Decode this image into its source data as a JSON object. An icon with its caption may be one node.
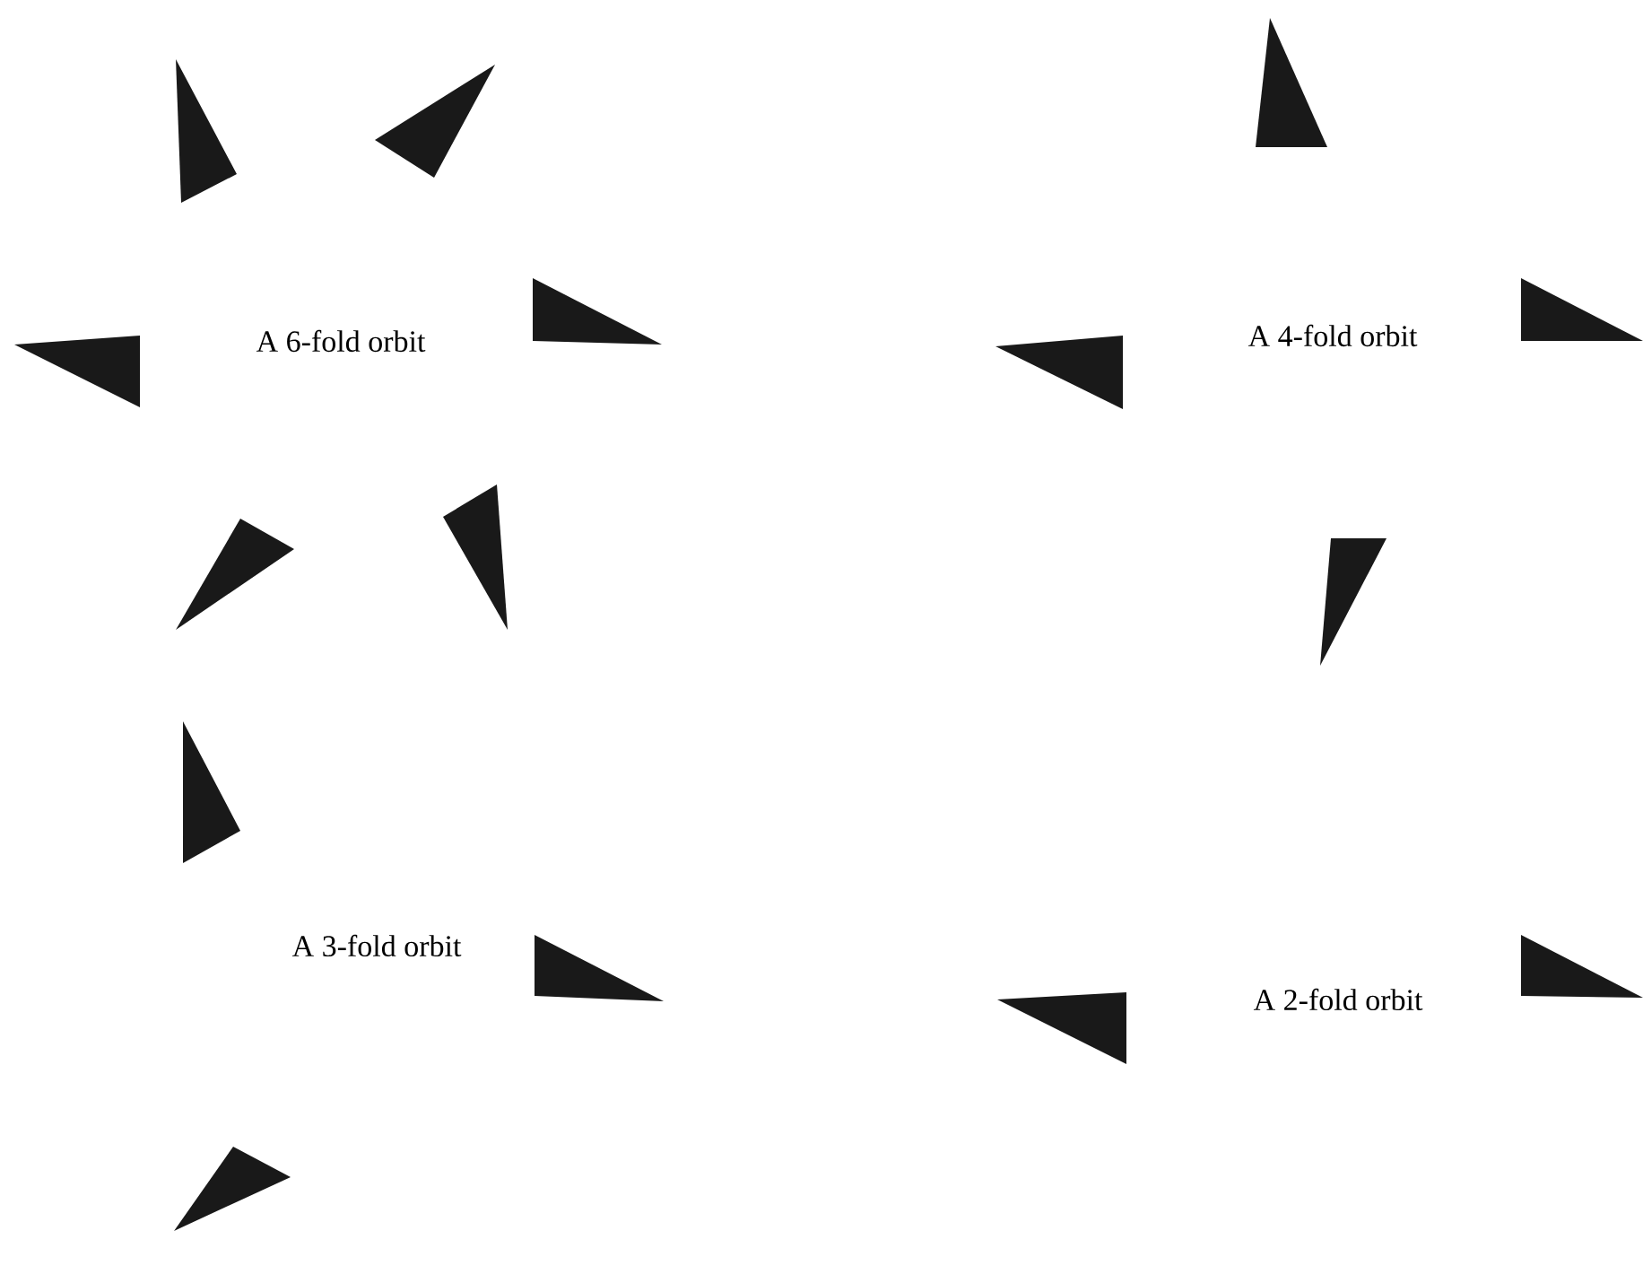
{
  "diagram": {
    "labels": [
      "A 6-fold orbit",
      "A 4-fold orbit",
      "A 3-fold orbit",
      "A 2-fold orbit"
    ]
  }
}
